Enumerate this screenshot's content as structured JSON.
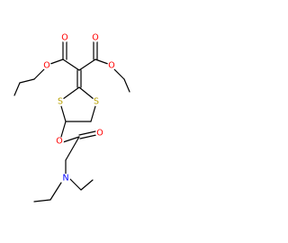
{
  "colors": {
    "background": "#ffffff",
    "bond": "#000000",
    "oxygen": "#ff0000",
    "sulfur": "#b8a000",
    "nitrogen": "#0000ff"
  },
  "atoms": {
    "o_upper_left_carbonyl": "O",
    "o_upper_right_carbonyl": "O",
    "o_left_ester": "O",
    "o_right_ester": "O",
    "s_left": "S",
    "s_right": "S",
    "o_ring_ester": "O",
    "o_lower_carbonyl": "O",
    "n_amine": "N"
  }
}
